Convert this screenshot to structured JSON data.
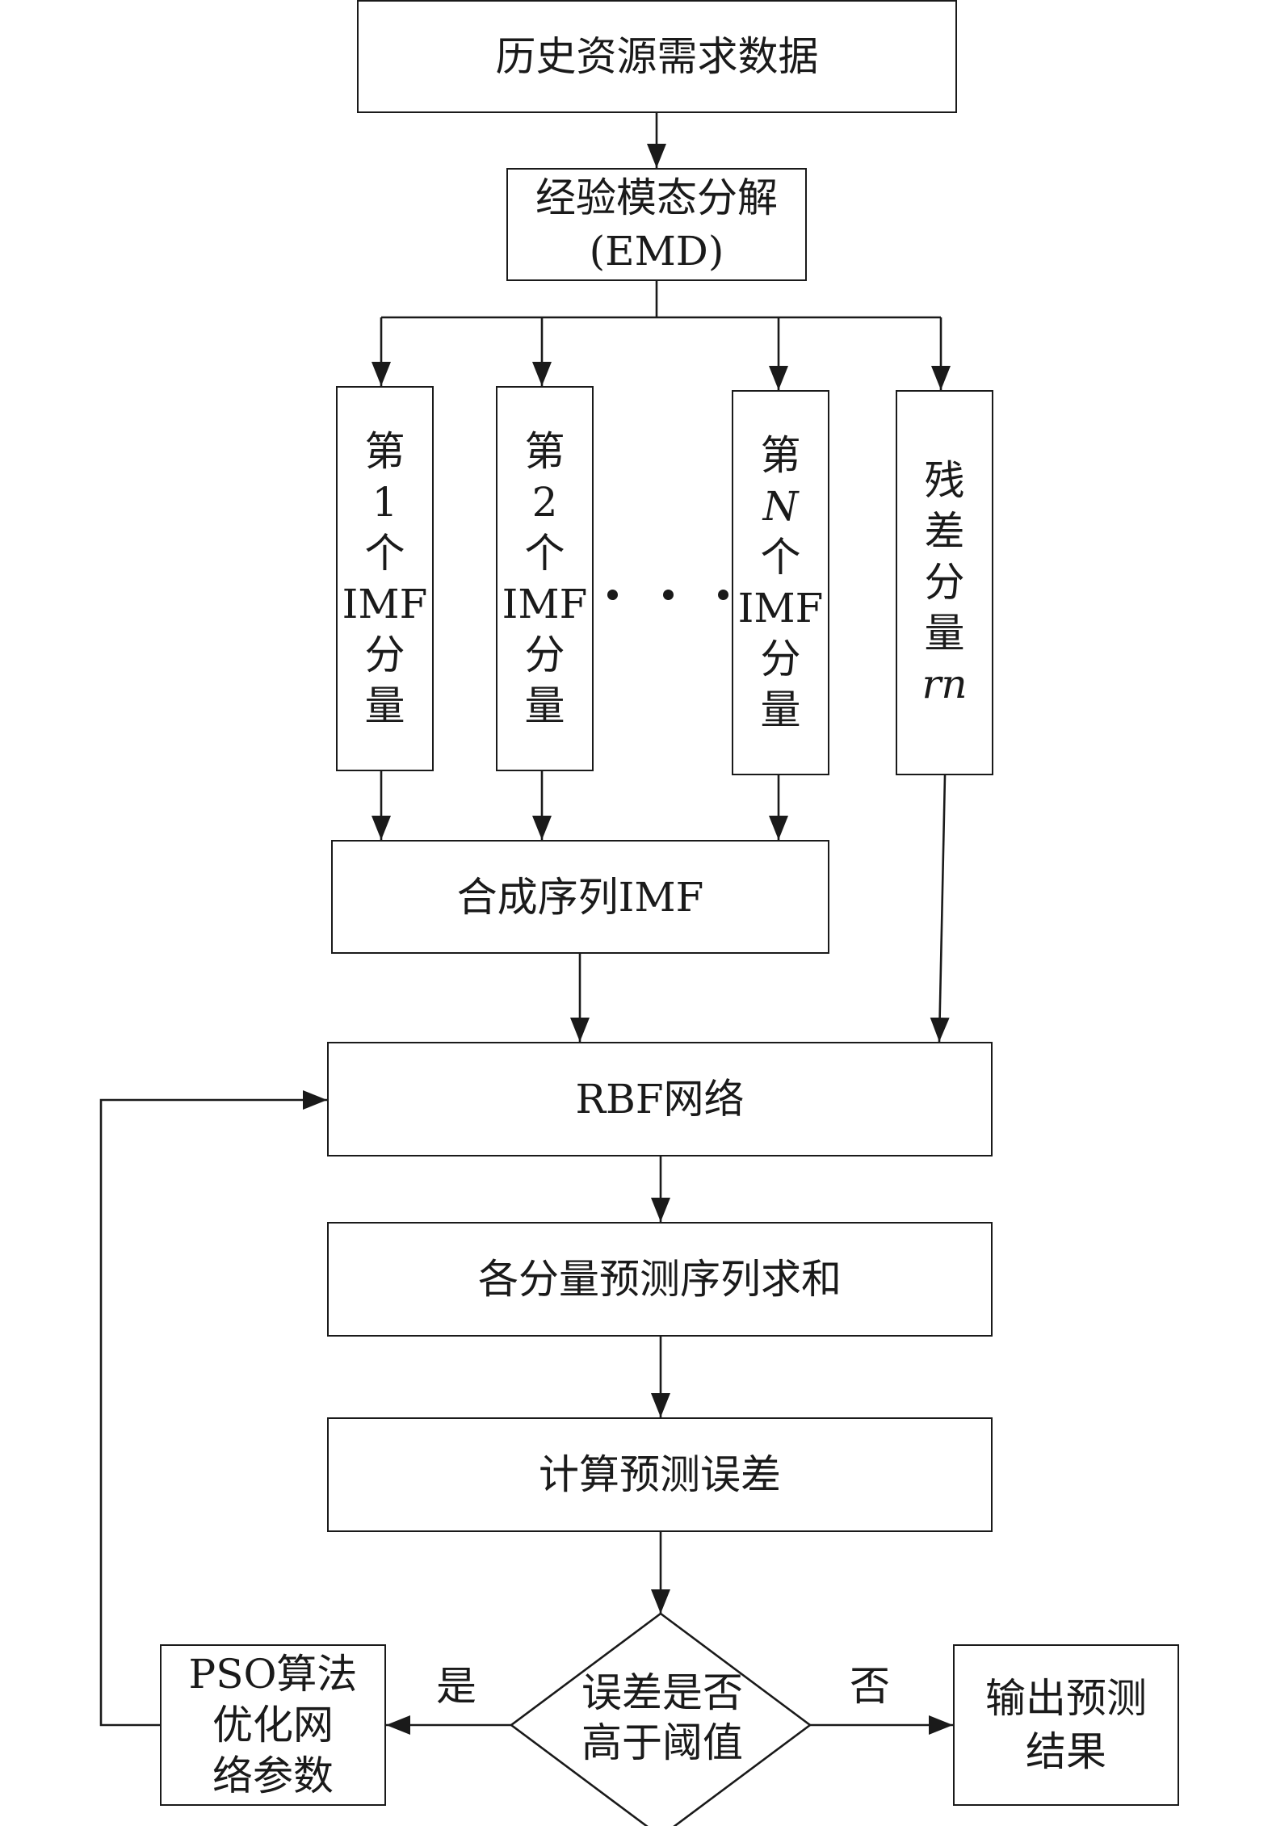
{
  "nodes": {
    "history_data": "历史资源需求数据",
    "emd": "经验模态分解\n(EMD)",
    "imf1": [
      "第",
      "1",
      "个",
      "IMF",
      "分",
      "量"
    ],
    "imf2": [
      "第",
      "2",
      "个",
      "IMF",
      "分",
      "量"
    ],
    "imfn": [
      "第",
      "N",
      "个",
      "IMF",
      "分",
      "量"
    ],
    "residual": [
      "残",
      "差",
      "分",
      "量",
      "rn"
    ],
    "synthesize": "合成序列IMF",
    "rbf": "RBF网络",
    "sum": "各分量预测序列求和",
    "error_calc": "计算预测误差",
    "decision": "误差是否\n高于阈值",
    "pso": "PSO算法\n优化网\n络参数",
    "output": "输出预测\n结果"
  },
  "edge_labels": {
    "yes": "是",
    "no": "否"
  }
}
